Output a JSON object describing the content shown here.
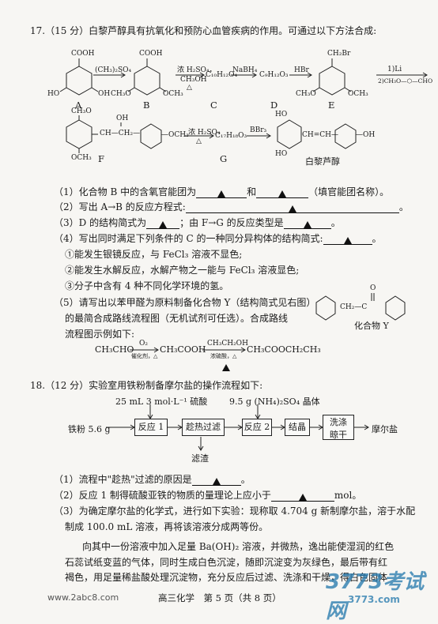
{
  "q17": {
    "header": "17.（15 分）白黎芦醇具有抗氧化和预防心血管疾病的作用。可通过以下方法合成:",
    "scheme1": {
      "A_cooh": "COOH",
      "A_ho1": "HO",
      "A_oh": "OH",
      "reagent1": "(CH₃)₂SO₄",
      "B_cooh": "COOH",
      "B_och3_left": "CH₃O",
      "B_och3_right": "OCH₃",
      "reagent2_top": "浓 H₂SO₄，",
      "reagent2_mid": "CH₃OH",
      "reagent2_bot": "△",
      "C": "C₁₀H₁₂O₄",
      "reagent3": "NaBH₄",
      "D": "C₉H₁₂O₃",
      "reagent4": "HBr",
      "E_ch2br": "CH₂Br",
      "E_och3_left": "CH₃O",
      "E_och3_right": "OCH₃",
      "reagent5_top": "1)Li",
      "reagent5_bot": "2)CH₃O—⬡—CHO",
      "labels": [
        "A",
        "B",
        "C",
        "D",
        "E"
      ]
    },
    "scheme2": {
      "F_top": "CH₃O",
      "F_bottom": "OCH₃",
      "F_oh": "OH",
      "F_ch": "CH—CH₂—",
      "F_och3": "—OCH₃",
      "reagent6_top": "浓 H₂SO₄",
      "reagent6_bot": "△",
      "G": "C₁₇H₁₈O₃",
      "reagent7": "BBr₃",
      "prod_ho_top": "HO",
      "prod_ho_bot": "HO",
      "prod_ch": "CH=CH—",
      "prod_oh": "—OH",
      "labels": [
        "F",
        "G"
      ],
      "product_name": "白黎芦醇"
    },
    "q1": "（1）化合物 B 中的含氧官能团为",
    "q1_mid": "和",
    "q1_end": "（填官能团名称）。",
    "q2": "（2）写出 A→B 的反应方程式:",
    "q2_end": "。",
    "q3": "（3）D 的结构简式为",
    "q3_mid": "；由 F→G 的反应类型是",
    "q3_end": "。",
    "q4": "（4）写出同时满足下列条件的 C 的一种同分异构体的结构简式:",
    "q4_end": "。",
    "cond1": "①能发生银镜反应，与 FeCl₃ 溶液不显色;",
    "cond2": "②能发生水解反应，水解产物之一能与 FeCl₃ 溶液显色;",
    "cond3": "③分子中含有 4 种不同化学环境的氢。",
    "q5_l1": "（5）请写出以苯甲醛为原料制备化合物 Y（结构简式见右图）",
    "q5_l2": "的最简合成路线流程图（无机试剂可任选）。合成路线",
    "q5_l3": "流程图示例如下:",
    "Y_ch2": "CH₂—C",
    "Y_o": "O",
    "Y_label": "化合物 Y",
    "example": {
      "s1": "CH₃CHO",
      "r1_top": "O₂",
      "r1_bot": "催化剂，△",
      "s2": "CH₃COOH",
      "r2_top": "CH₃CH₂OH",
      "r2_bot": "浓硫酸，△",
      "s3": "CH₃COOCH₂CH₃"
    }
  },
  "q18": {
    "header": "18.（12 分）实验室用铁粉制备摩尔盐的操作流程如下:",
    "acid": "25 mL 3 mol·L⁻¹ 硫酸",
    "salt": "9.5 g (NH₄)₂SO₄ 晶体",
    "iron": "铁粉 5.6 g",
    "boxes": [
      "反应 1",
      "趁热过滤",
      "反应 2",
      "结晶",
      "洗涤",
      "晾干"
    ],
    "residue": "滤渣",
    "product": "摩尔盐",
    "q1": "（1）流程中\"趁热\"过滤的原因是",
    "q1_end": "。",
    "q2": "（2）反应 1 制得硫酸亚铁的物质的量理论上应小于",
    "q2_end": "mol。",
    "q3_l1": "（3）为确定摩尔盐的化学式，进行如下实验：现称取 4.704 g 新制摩尔盐，溶于水配",
    "q3_l2": "制成 100.0 mL 溶液，再将该溶液分成两等份。",
    "p_l1": "向其中一份溶液中加入足量 Ba(OH)₂ 溶液，并微热，逸出能使湿润的红色",
    "p_l2": "石蕊试纸变蓝的气体，同时生成白色沉淀，随即沉淀变为灰绿色，最后带有红",
    "p_l3": "褐色，用足量稀盐酸处理沉淀物，充分反应后过滤、洗涤和干燥，得白色固体"
  },
  "footer": {
    "page": "高三化学　第 5 页（共 8 页）",
    "wm_left": "www.2abc8.com",
    "wm_right_top": "3773考试网",
    "wm_right_bot": "3773.com"
  }
}
